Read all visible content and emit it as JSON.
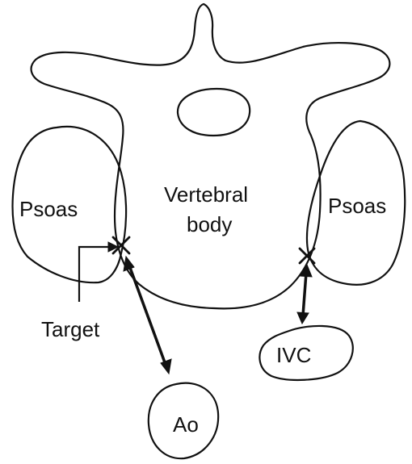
{
  "labels": {
    "psoas_left": "Psoas",
    "psoas_right": "Psoas",
    "vertebral_line1": "Vertebral",
    "vertebral_line2": "body",
    "target": "Target",
    "ivc": "IVC",
    "aorta": "Ao"
  },
  "colors": {
    "ink": "#111111",
    "background": "#ffffff"
  }
}
